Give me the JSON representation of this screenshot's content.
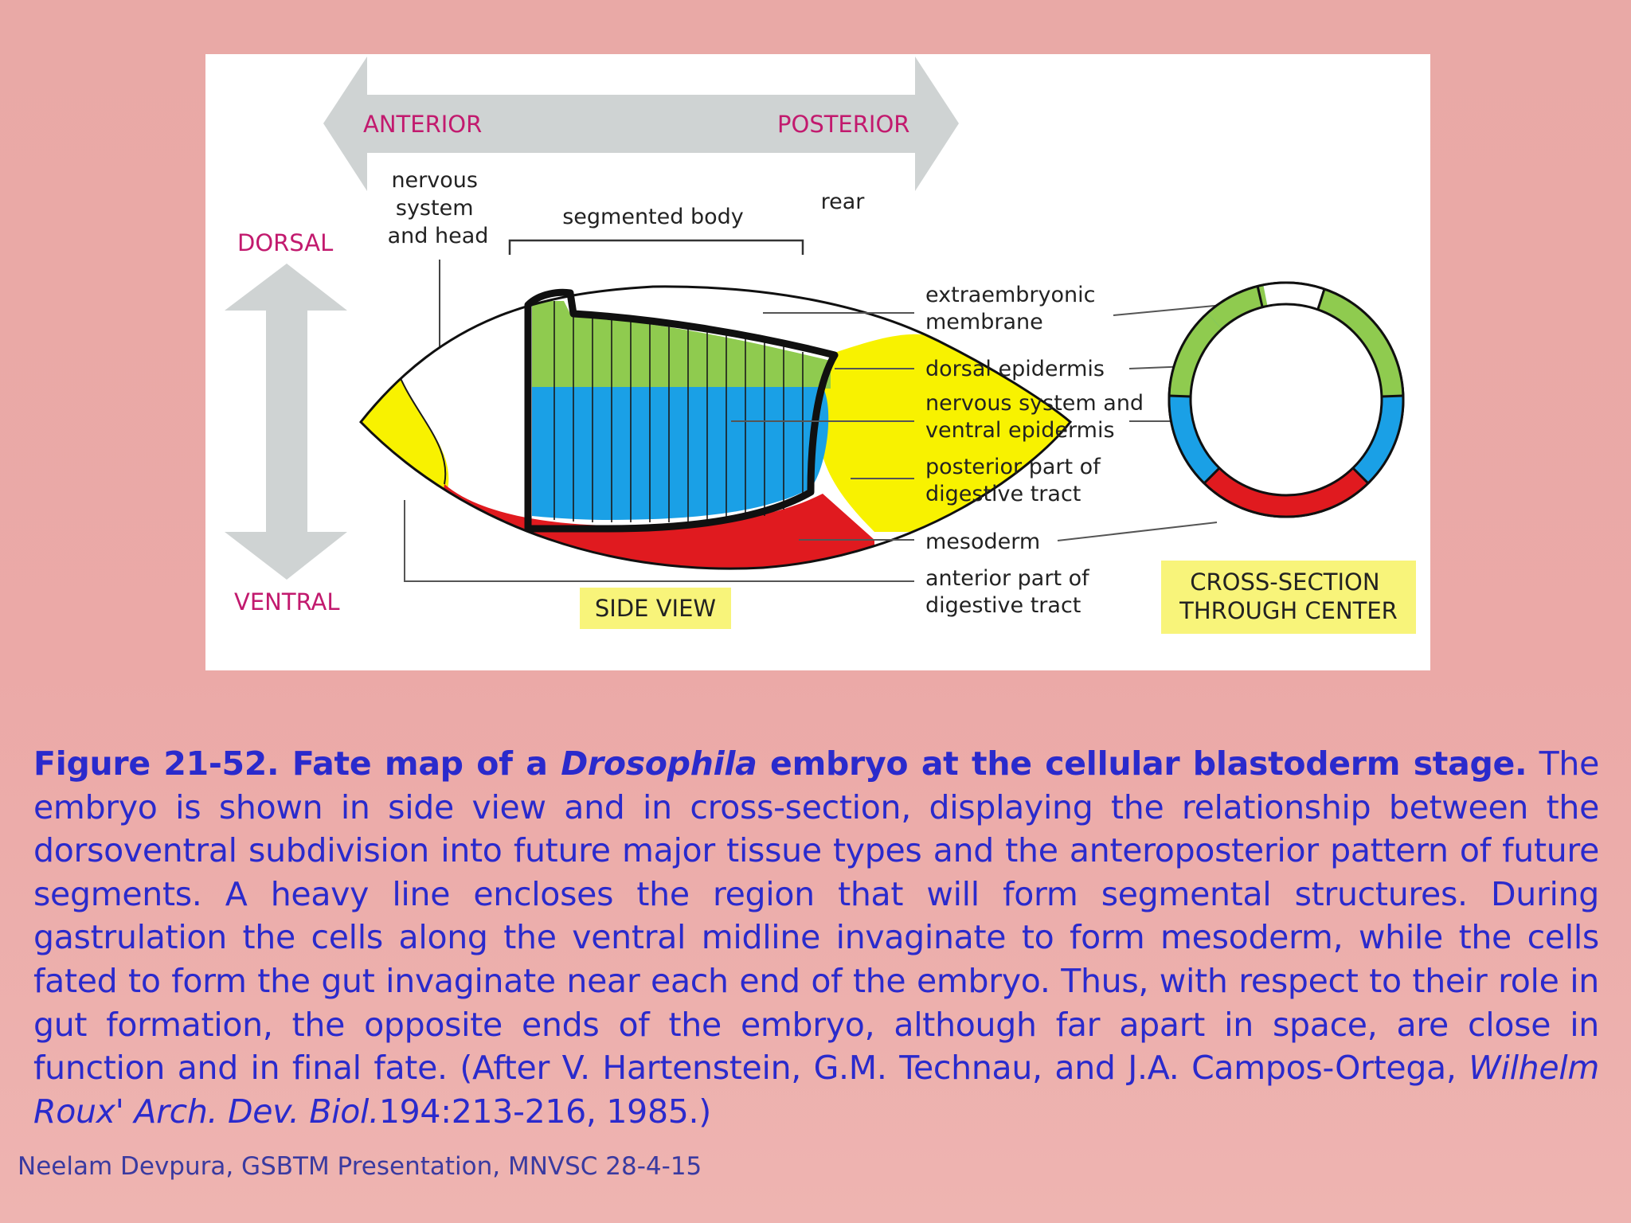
{
  "diagram": {
    "axis_labels": {
      "anterior": "ANTERIOR",
      "posterior": "POSTERIOR",
      "dorsal": "DORSAL",
      "ventral": "VENTRAL"
    },
    "region_labels": {
      "nervous_system_head": [
        "nervous",
        "system",
        "and head"
      ],
      "segmented_body": "segmented body",
      "rear": "rear"
    },
    "tissue_labels": {
      "extraembryonic": [
        "extraembryonic",
        "membrane"
      ],
      "dorsal_epidermis": "dorsal epidermis",
      "nervous_ventral": [
        "nervous system and",
        "ventral epidermis"
      ],
      "posterior_digestive": [
        "posterior part of",
        "digestive tract"
      ],
      "mesoderm": "mesoderm",
      "anterior_digestive": [
        "anterior part of",
        "digestive tract"
      ]
    },
    "view_labels": {
      "side_view": "SIDE VIEW",
      "cross_section": [
        "CROSS-SECTION",
        "THROUGH CENTER"
      ]
    },
    "colors": {
      "green": "#8fcb4f",
      "blue": "#1aa0e6",
      "red": "#e01a1f",
      "yellow": "#f8f200",
      "arrow_gray": "#cfd3d3",
      "label_magenta": "#c21a6e",
      "label_box_yellow": "#f8f47a"
    }
  },
  "caption": {
    "bold_1": "Figure 21-52. Fate map of a ",
    "bold_italic": "Drosophila",
    "bold_2": " embryo at the cellular blastoderm stage.",
    "text_1": " The embryo is shown in side view and in cross-section, displaying the relationship between the dorsoventral subdivision into future major tissue types and the anteroposterior pattern of future segments. A heavy line encloses the region that will form segmental structures. During gastrulation the cells along the ventral midline invaginate to form mesoderm, while the cells fated to form the gut invaginate near each end of the embryo. Thus, with respect to their role in gut formation, the opposite ends of the embryo, although far apart in space, are close in function and in final fate. (After V. Hartenstein, G.M. Technau, and J.A. Campos-Ortega, ",
    "journal": "Wilhelm Roux' Arch. Dev. Biol.",
    "text_2": "194:213-216, 1985.)"
  },
  "footer": "Neelam Devpura, GSBTM Presentation, MNVSC 28-4-15"
}
